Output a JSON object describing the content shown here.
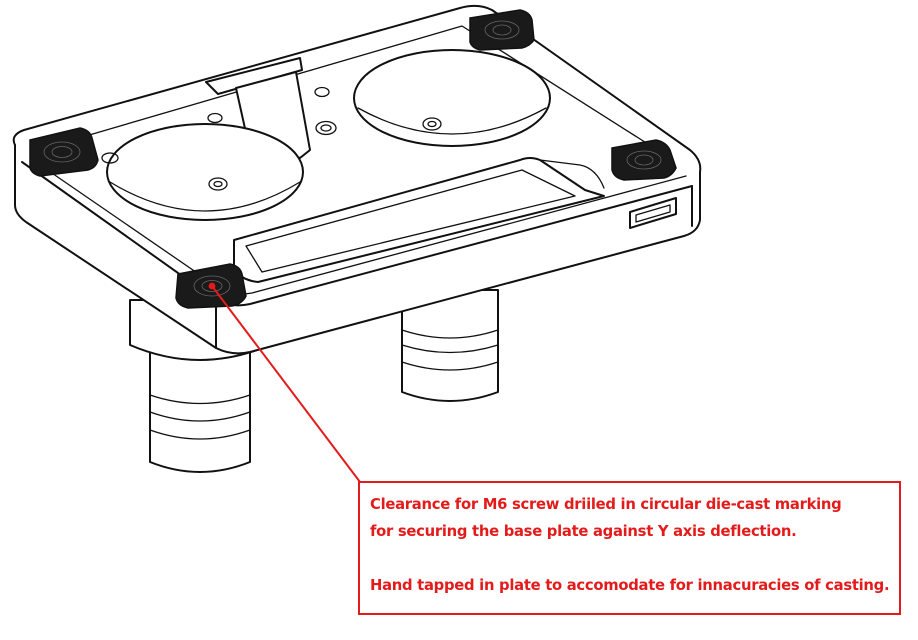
{
  "callout": {
    "line1": "Clearance for M6 screw driiled in circular die-cast marking",
    "line2": "for securing the base plate against Y axis deflection.",
    "line3": "Hand tapped in plate to accomodate for innacuracies of casting."
  },
  "colors": {
    "annotation": "#e41b1b",
    "line_art": "#111111",
    "background": "#ffffff"
  }
}
